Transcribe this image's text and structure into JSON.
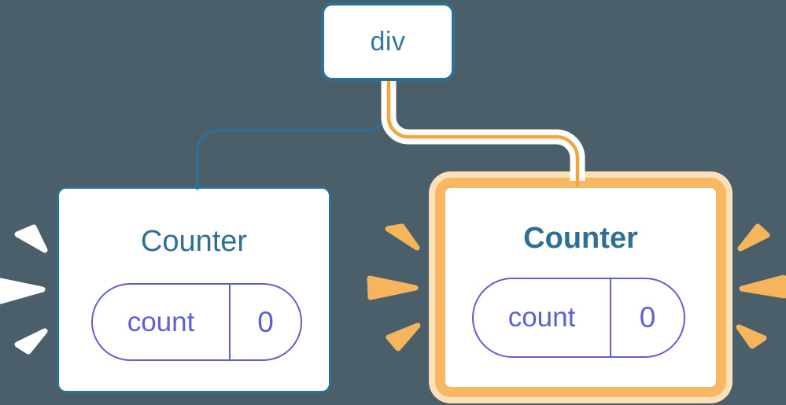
{
  "root_node": {
    "label": "div"
  },
  "counters": {
    "left": {
      "title": "Counter",
      "state_key": "count",
      "state_value": "0",
      "highlighted": false
    },
    "right": {
      "title": "Counter",
      "state_key": "count",
      "state_value": "0",
      "highlighted": true
    }
  },
  "edges": [
    {
      "from": "div",
      "to": "left-counter",
      "color": "#2E7095"
    },
    {
      "from": "div",
      "to": "right-counter",
      "color": "#F2A640"
    }
  ],
  "colors": {
    "background": "#4A5F6A",
    "blue": "#2E7095",
    "blue_text": "#3878A0",
    "indigo": "#5E60D2",
    "orange": "#F2A640",
    "orange_border": "#F8B863",
    "orange_halo": "#FBE0B8",
    "spark_white": "#FFFFFF",
    "spark_orange": "#F6B45C",
    "card_bg": "#FFFFFF",
    "edge_casing": "#FFFFFF"
  }
}
